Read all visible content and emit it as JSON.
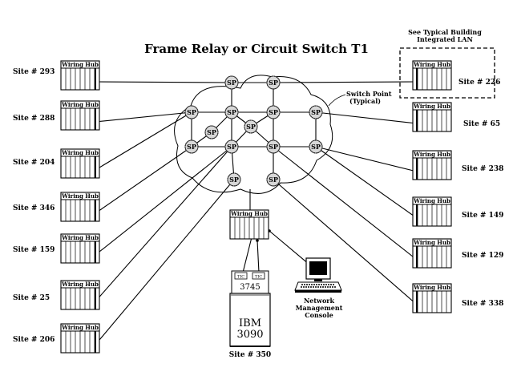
{
  "title": "Frame Relay or Circuit Switch T1",
  "note_lan": [
    "See Typical Building",
    "Integrated LAN"
  ],
  "switch_point_note": [
    "Switch Point",
    "(Typical)"
  ],
  "hub_label": "Wiring Hub",
  "sp_label": "SP",
  "left_sites": [
    "Site # 293",
    "Site # 288",
    "Site # 204",
    "Site # 346",
    "Site # 159",
    "Site # 25",
    "Site # 206"
  ],
  "right_sites": [
    "Site # 226",
    "Site # 65",
    "Site # 238",
    "Site # 149",
    "Site # 129",
    "Site # 338"
  ],
  "center": {
    "fep_label": "3745",
    "port_labels": [
      "TIC",
      "TIC"
    ],
    "mainframe_lines": [
      "IBM",
      "3090"
    ],
    "site_label": "Site # 350",
    "console_lines": [
      "Network",
      "Management",
      "Console"
    ]
  }
}
